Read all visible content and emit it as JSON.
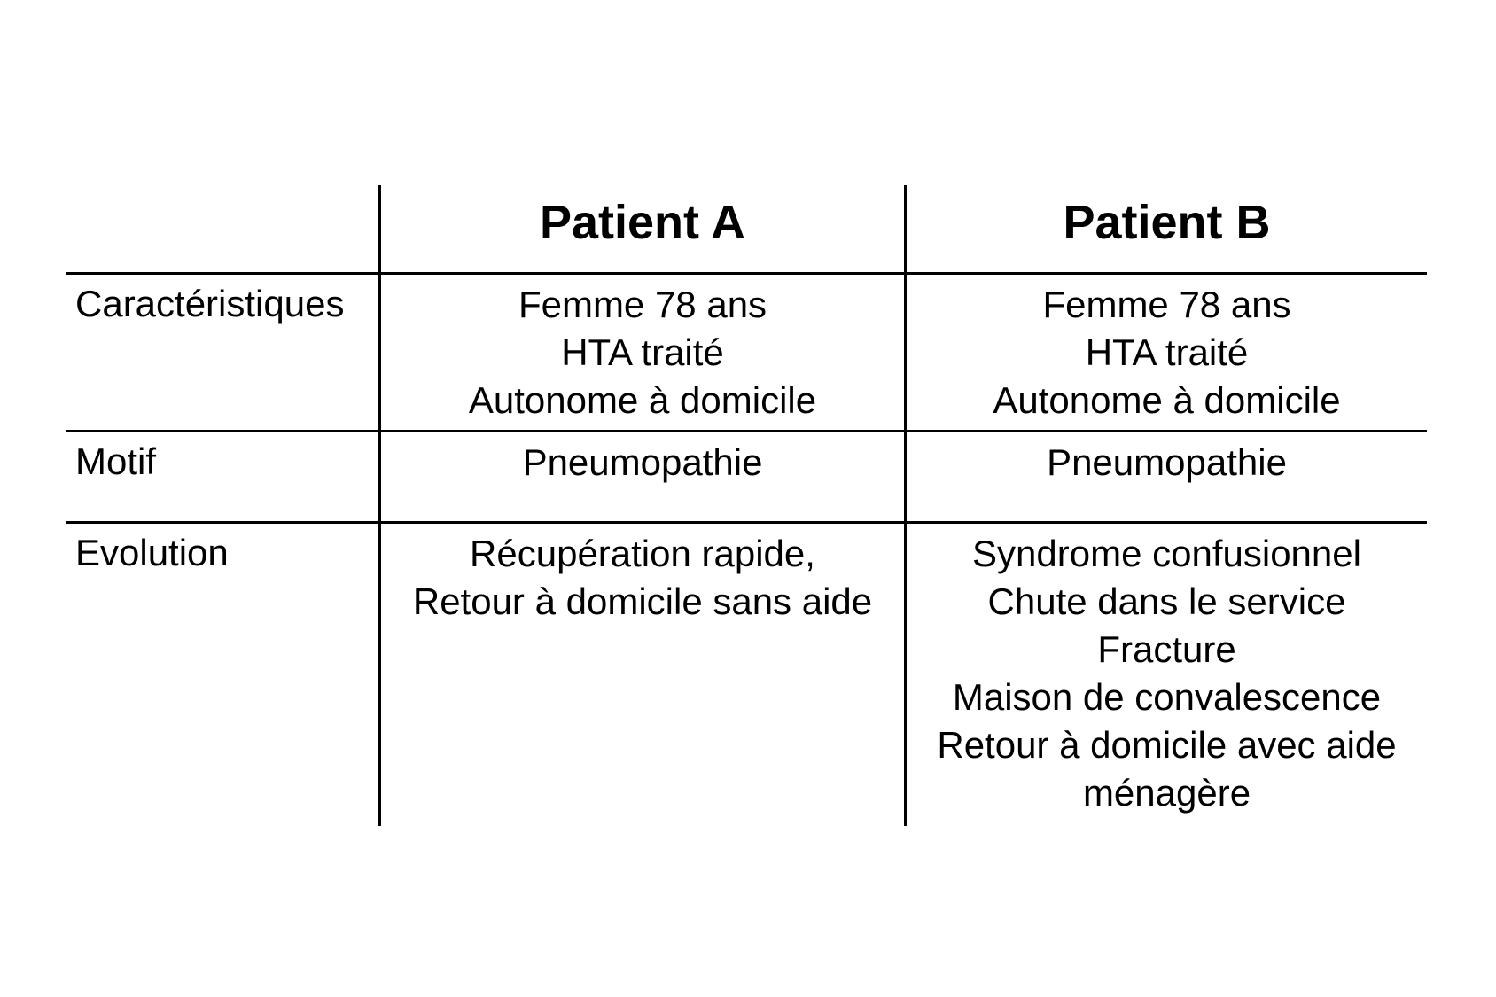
{
  "table": {
    "columns": [
      {
        "label": ""
      },
      {
        "label": "Patient A"
      },
      {
        "label": "Patient B"
      }
    ],
    "rows": [
      {
        "label": "Caractéristiques",
        "patient_a": [
          "Femme 78 ans",
          "HTA traité",
          "Autonome à domicile"
        ],
        "patient_b": [
          "Femme 78 ans",
          "HTA traité",
          "Autonome à domicile"
        ]
      },
      {
        "label": "Motif",
        "patient_a": [
          "Pneumopathie"
        ],
        "patient_b": [
          "Pneumopathie"
        ]
      },
      {
        "label": "Evolution",
        "patient_a": [
          "Récupération rapide,",
          "Retour à domicile sans aide"
        ],
        "patient_b": [
          "Syndrome confusionnel",
          "Chute dans le service",
          "Fracture",
          "Maison de convalescence",
          "Retour à domicile avec aide ménagère"
        ]
      }
    ]
  },
  "colors": {
    "background": "#ffffff",
    "text": "#000000",
    "rule": "#000000"
  }
}
